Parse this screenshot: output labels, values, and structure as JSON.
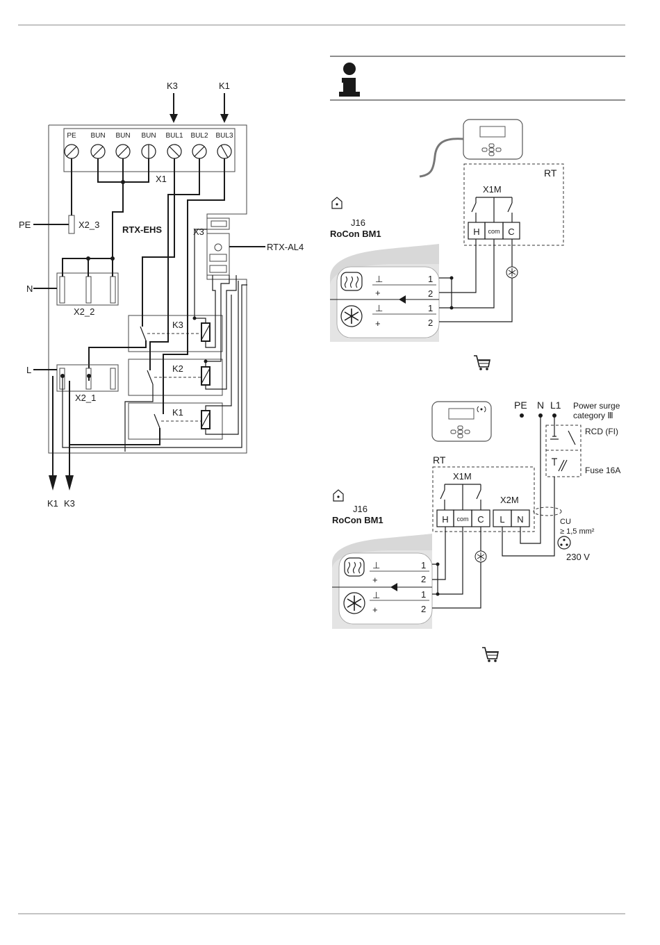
{
  "left": {
    "top_labels": {
      "k3": "K3",
      "k1": "K1"
    },
    "terminals": [
      "PE",
      "BUN",
      "BUN",
      "BUN",
      "BUL1",
      "BUL2",
      "BUL3"
    ],
    "x1": "X1",
    "pe": "PE",
    "x2_3": "X2_3",
    "board": "RTX-EHS",
    "x3": "X3",
    "al4": "RTX-AL4",
    "n": "N",
    "x2_2": "X2_2",
    "relays": [
      "K3",
      "K2",
      "K1"
    ],
    "l": "L",
    "x2_1": "X2_1",
    "bottom_k1": "K1",
    "bottom_k3": "K3"
  },
  "right1": {
    "rt": "RT",
    "x1m": "X1M",
    "h": "H",
    "com": "com",
    "c": "C",
    "j16": "J16",
    "rocon": "RoCon BM1",
    "pin_1a": "1",
    "pin_2a": "2",
    "pin_1b": "1",
    "pin_2b": "2"
  },
  "right2": {
    "pe": "PE",
    "n": "N",
    "l1": "L1",
    "surge1": "Power surge",
    "surge2": "category Ⅲ",
    "rcd": "RCD (FI)",
    "fuse": "Fuse 16A",
    "rt": "RT",
    "x1m": "X1M",
    "x2m": "X2M",
    "h": "H",
    "com": "com",
    "c": "C",
    "l": "L",
    "nn": "N",
    "cu": "CU",
    "cu_size": "≥ 1,5 mm²",
    "j16": "J16",
    "rocon": "RoCon BM1",
    "v230": "230 V",
    "pin_1a": "1",
    "pin_2a": "2",
    "pin_1b": "1",
    "pin_2b": "2"
  }
}
